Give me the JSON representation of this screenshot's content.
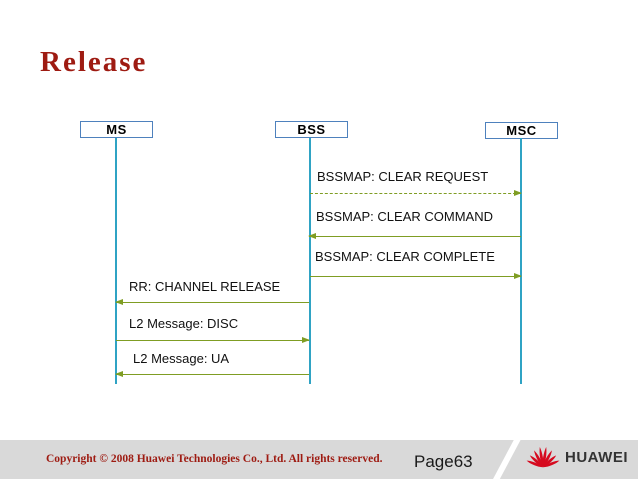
{
  "slide": {
    "title": "Release"
  },
  "diagram": {
    "entities": [
      {
        "id": "ms",
        "label": "MS"
      },
      {
        "id": "bss",
        "label": "BSS"
      },
      {
        "id": "msc",
        "label": "MSC"
      }
    ],
    "messages": [
      {
        "label": "BSSMAP: CLEAR REQUEST",
        "from": "BSS",
        "to": "MSC",
        "style": "dashed"
      },
      {
        "label": "BSSMAP: CLEAR COMMAND",
        "from": "MSC",
        "to": "BSS",
        "style": "solid"
      },
      {
        "label": "BSSMAP: CLEAR COMPLETE",
        "from": "BSS",
        "to": "MSC",
        "style": "solid"
      },
      {
        "label": "RR: CHANNEL RELEASE",
        "from": "BSS",
        "to": "MS",
        "style": "solid"
      },
      {
        "label": "L2 Message: DISC",
        "from": "MS",
        "to": "BSS",
        "style": "solid"
      },
      {
        "label": "L2 Message: UA",
        "from": "BSS",
        "to": "MS",
        "style": "solid"
      }
    ]
  },
  "footer": {
    "copyright": "Copyright © 2008 Huawei Technologies Co., Ltd. All rights reserved.",
    "page_label": "Page63",
    "logo_text": "HUAWEI"
  },
  "colors": {
    "title_red": "#9E1B12",
    "box_border_blue": "#4E81BD",
    "lifeline_teal": "#2FA3C4",
    "arrow_olive": "#7F9D23",
    "footer_gray": "#D9D9D9",
    "huawei_red": "#D60A1F"
  }
}
